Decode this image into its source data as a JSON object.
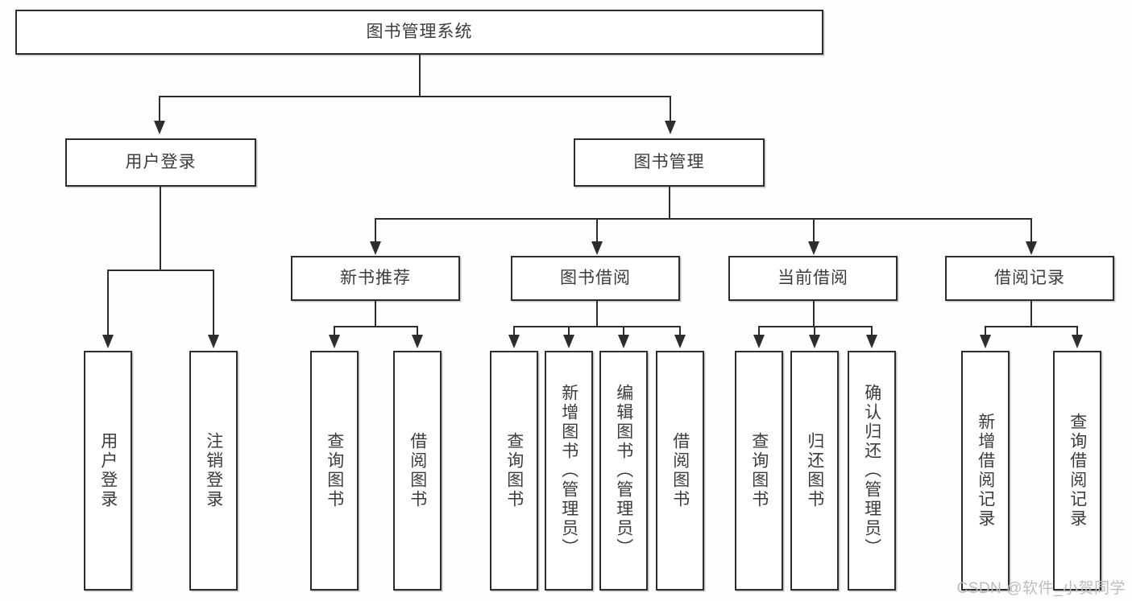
{
  "diagram": {
    "title": "图书管理系统",
    "type": "功能结构图",
    "background_color": "#fefefe",
    "line_color": "#2d2d2d",
    "text_color": "#3c3c3c"
  },
  "root": {
    "label": "图书管理系统"
  },
  "level2": [
    {
      "label": "用户登录"
    },
    {
      "label": "图书管理"
    }
  ],
  "level3": [
    {
      "label": "新书推荐"
    },
    {
      "label": "图书借阅"
    },
    {
      "label": "当前借阅"
    },
    {
      "label": "借阅记录"
    }
  ],
  "leaves": {
    "user_login": [
      {
        "label": "用户登录"
      },
      {
        "label": "注销登录"
      }
    ],
    "new_book": [
      {
        "label": "查询图书"
      },
      {
        "label": "借阅图书"
      }
    ],
    "book_borrow": [
      {
        "label": "查询图书"
      },
      {
        "label": "新增图书（管理员）"
      },
      {
        "label": "编辑图书（管理员）"
      },
      {
        "label": "借阅图书"
      }
    ],
    "current_borrow": [
      {
        "label": "查询图书"
      },
      {
        "label": "归还图书"
      },
      {
        "label": "确认归还（管理员）"
      }
    ],
    "borrow_record": [
      {
        "label": "新增借阅记录"
      },
      {
        "label": "查询借阅记录"
      }
    ]
  },
  "watermark": {
    "text": "CSDN @软件_小贺同学"
  }
}
